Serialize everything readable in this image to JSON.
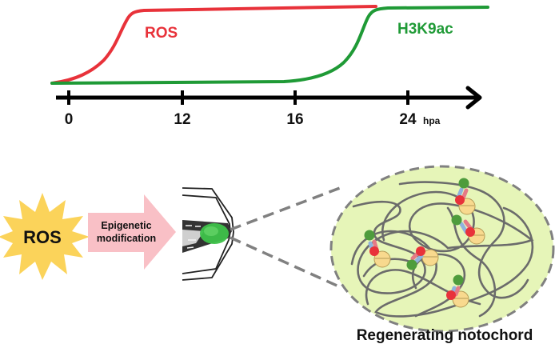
{
  "timeline": {
    "series": [
      {
        "name": "ROS",
        "color": "#e8323a"
      },
      {
        "name": "H3K9ac",
        "color": "#1f9a36"
      }
    ],
    "ticks": [
      "0",
      "12",
      "16",
      "24"
    ],
    "unit": "hpa"
  },
  "chart_data": {
    "type": "line",
    "title": "",
    "xlabel": "hpa",
    "ylabel": "",
    "x_ticks": [
      0,
      12,
      16,
      24
    ],
    "series": [
      {
        "name": "ROS",
        "color": "#e8323a",
        "description": "rises sharply from 0 hpa, plateaus high by ~12 hpa"
      },
      {
        "name": "H3K9ac",
        "color": "#1f9a36",
        "description": "low until ~16 hpa, rises sharply, plateaus high by ~24 hpa"
      }
    ]
  },
  "schematic": {
    "ros_burst_label": "ROS",
    "arrow_label_line1": "Epigenetic",
    "arrow_label_line2": "modification",
    "caption": "Regenerating notochord",
    "colors": {
      "burst": "#fbd35a",
      "arrow": "#f9c0c6",
      "nucleus": "#e6f5b8",
      "chromatin": "#6b6b6b",
      "nucleosome": "#f8d98e",
      "marker_green": "#4e9c3c",
      "marker_red": "#e8323a",
      "marker_blue": "#8fb2dd",
      "notochord_glow": "#3ec24a"
    }
  }
}
